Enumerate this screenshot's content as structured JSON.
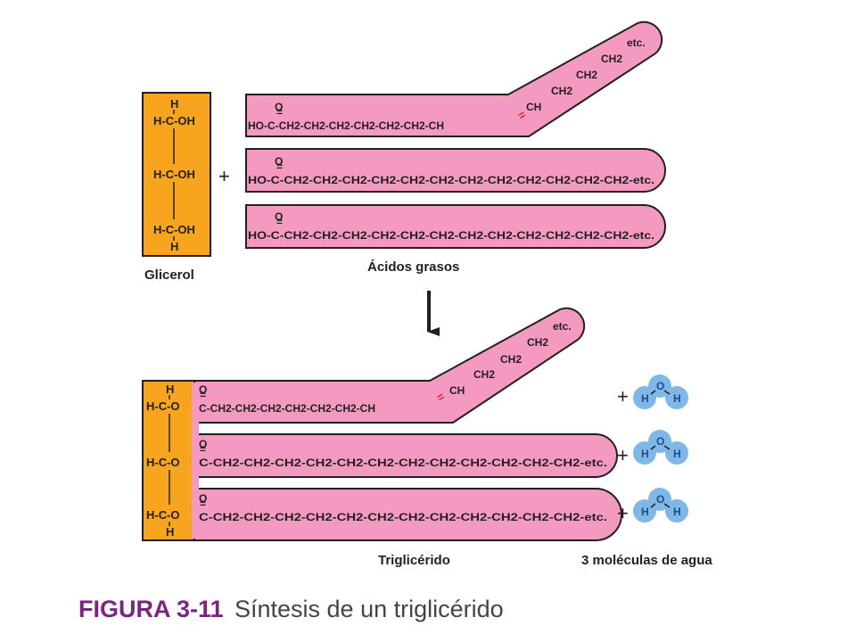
{
  "colors": {
    "glycerol": "#f7a51f",
    "fatty_acid": "#f49ac1",
    "water": "#7fb8e6",
    "double_bond": "#e0202a",
    "caption_accent": "#7b2582",
    "caption_text": "#444444"
  },
  "top": {
    "glycerol_rows": [
      "H-C-OH",
      "H-C-OH",
      "H-C-OH"
    ],
    "glycerol_top_h": "H",
    "glycerol_bottom_h": "H",
    "plus": "+",
    "fa1_main": "HO-C-CH2-CH2-CH2-CH2-CH2-CH2-CH",
    "fa1_branch": [
      "CH",
      "CH2",
      "CH2",
      "CH2",
      "etc."
    ],
    "fa2": "HO-C-CH2-CH2-CH2-CH2-CH2-CH2-CH2-CH2-CH2-CH2-CH2-CH2-etc.",
    "fa3": "HO-C-CH2-CH2-CH2-CH2-CH2-CH2-CH2-CH2-CH2-CH2-CH2-CH2-etc.",
    "carbonyl_o": "O",
    "glycerol_label": "Glicerol",
    "fatty_acids_label": "Ácidos grasos"
  },
  "bottom": {
    "glycerol_rows": [
      "H-C-O",
      "H-C-O",
      "H-C-O"
    ],
    "glycerol_top_h": "H",
    "glycerol_bottom_h": "H",
    "chain1_main": "C-CH2-CH2-CH2-CH2-CH2-CH2-CH",
    "chain1_branch": [
      "CH",
      "CH2",
      "CH2",
      "CH2",
      "etc."
    ],
    "chain2": "C-CH2-CH2-CH2-CH2-CH2-CH2-CH2-CH2-CH2-CH2-CH2-CH2-etc.",
    "chain3": "C-CH2-CH2-CH2-CH2-CH2-CH2-CH2-CH2-CH2-CH2-CH2-CH2-etc.",
    "carbonyl_o": "O",
    "water_atoms": {
      "h": "H",
      "o": "O"
    },
    "plus": "+",
    "triglyceride_label": "Triglicérido",
    "water_label": "3 moléculas de agua"
  },
  "caption": {
    "number": "FIGURA 3-11",
    "text": "Síntesis de un triglicérido"
  }
}
